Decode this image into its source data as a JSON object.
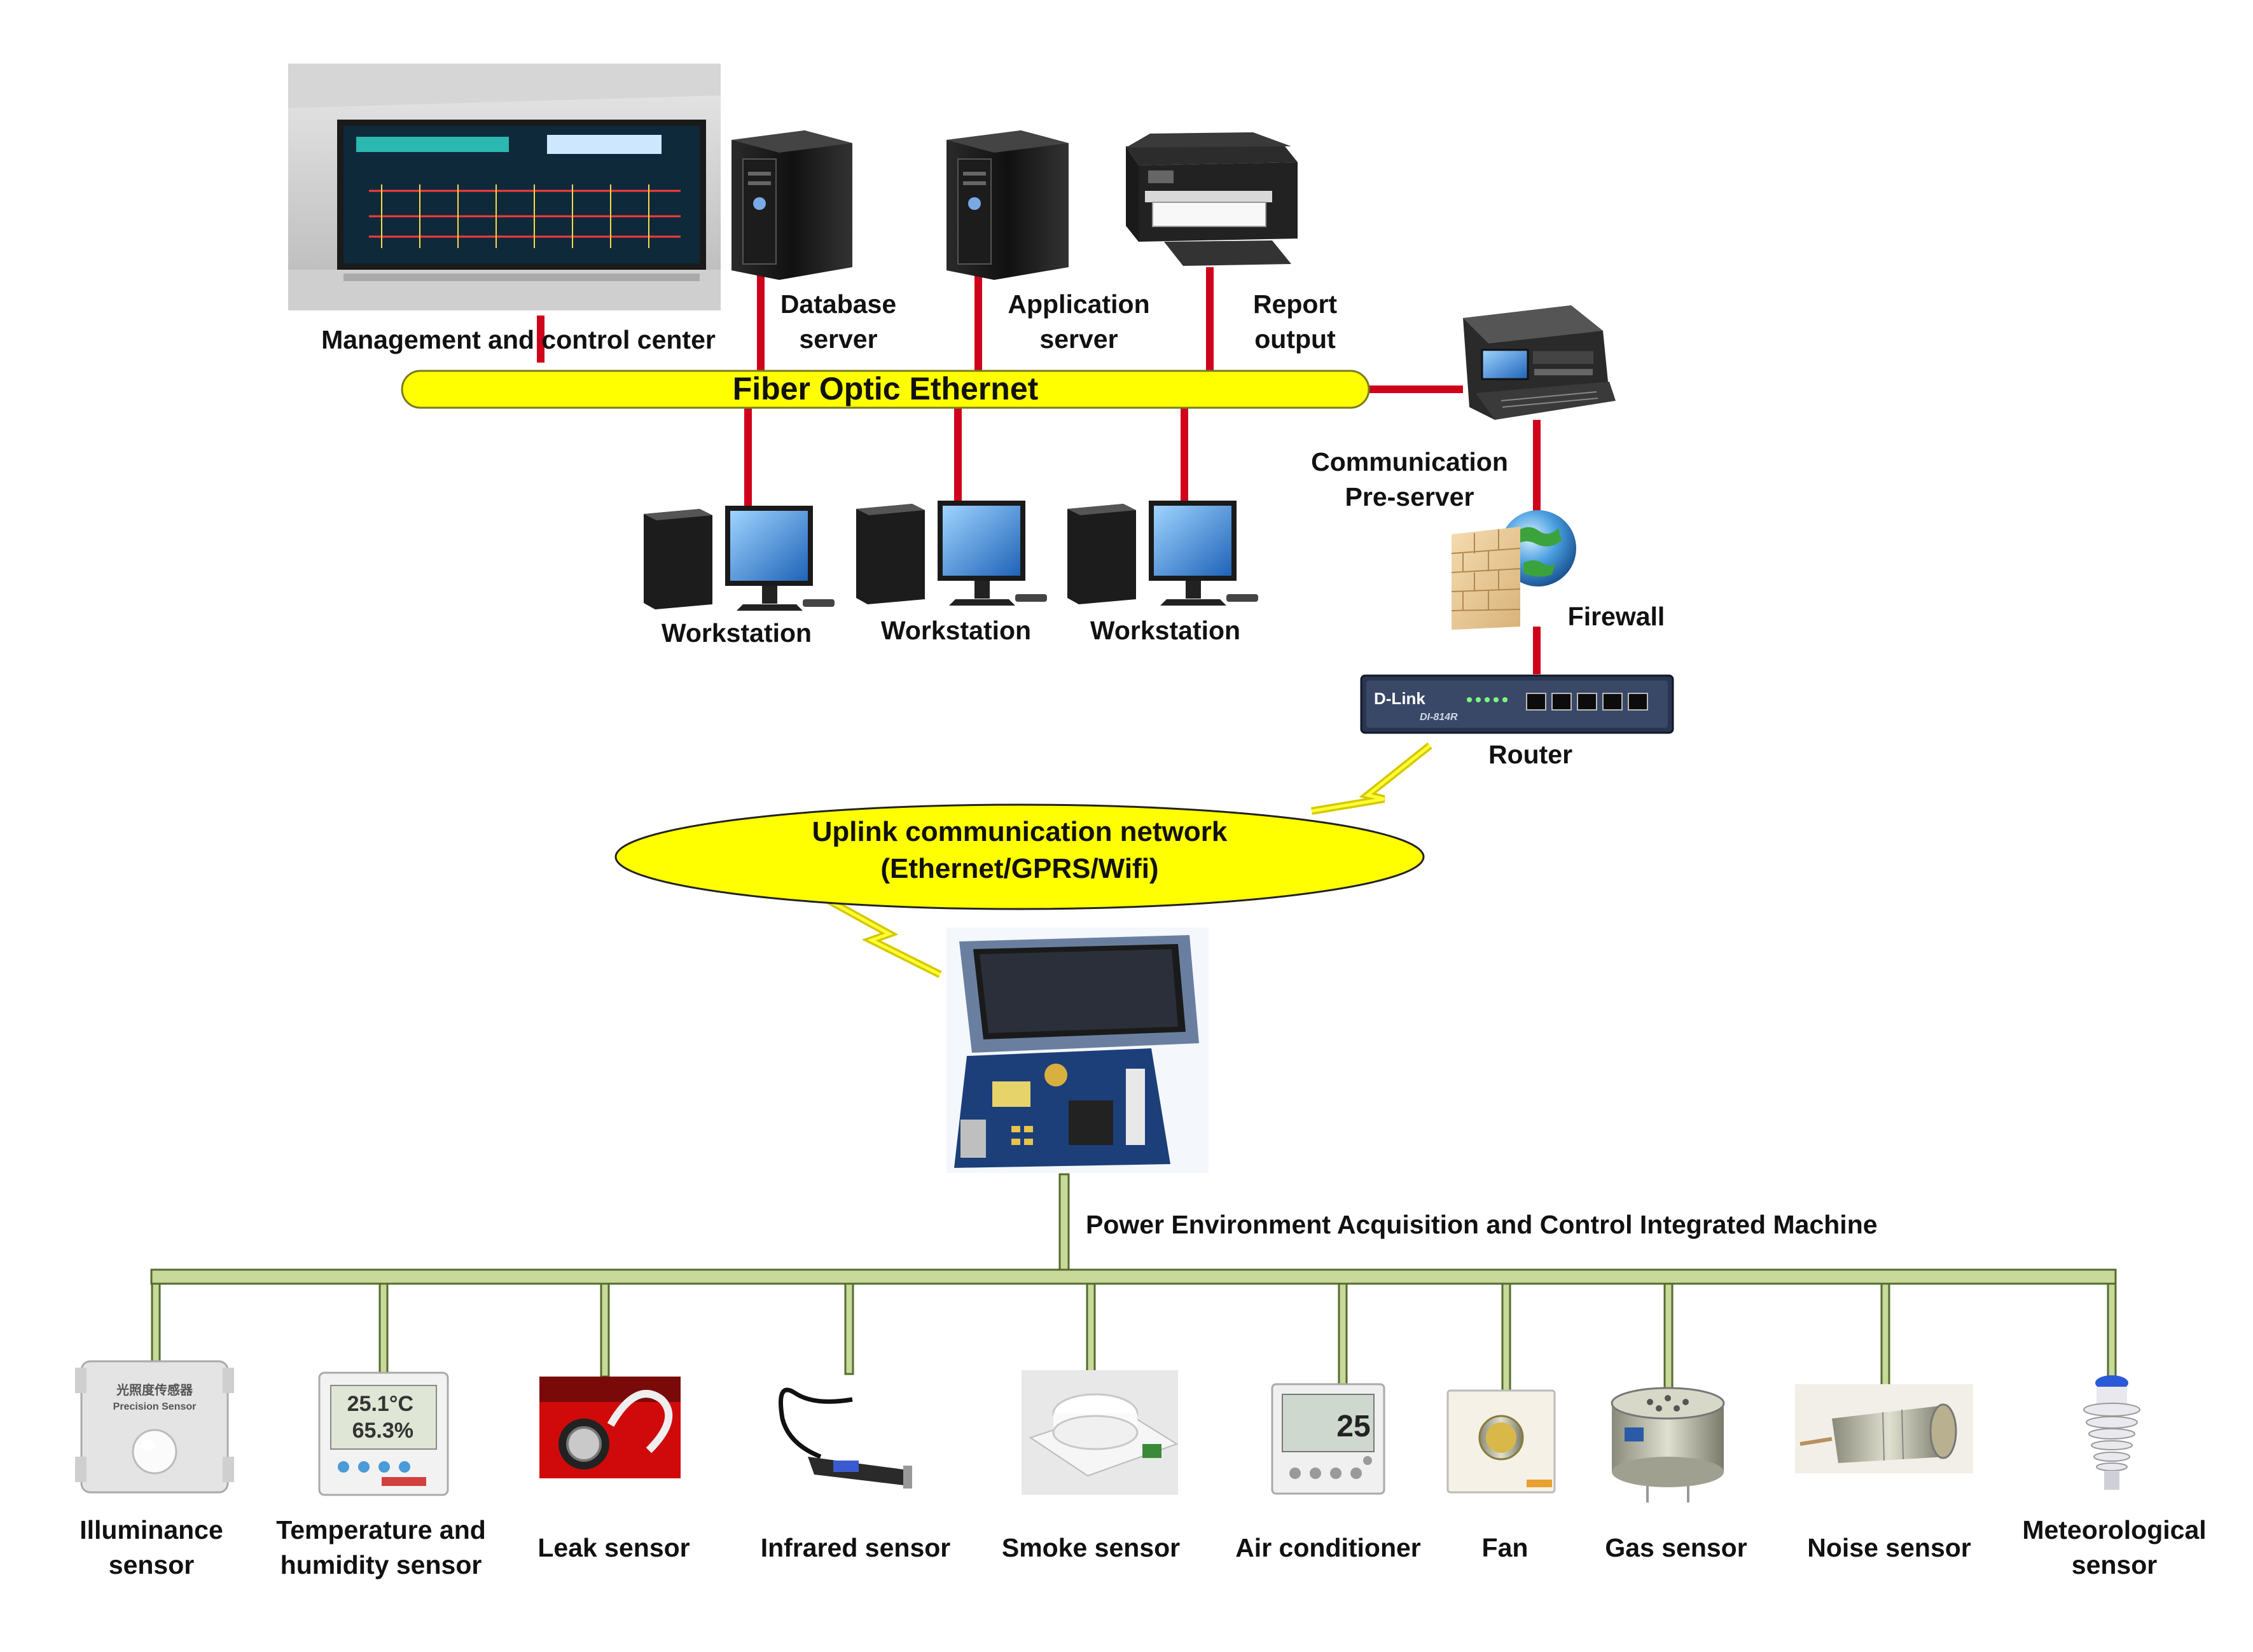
{
  "top": {
    "management_label": "Management and control center",
    "database_label": [
      "Database",
      "server"
    ],
    "application_label": [
      "Application",
      "server"
    ],
    "report_label": [
      "Report",
      "output"
    ],
    "bus_label": "Fiber Optic Ethernet",
    "comm_label": [
      "Communication",
      "Pre-server"
    ],
    "firewall_label": "Firewall",
    "router_label": "Router",
    "router_brand": "D-Link",
    "router_model": "DI-814R",
    "workstations": [
      "Workstation",
      "Workstation",
      "Workstation"
    ]
  },
  "uplink": {
    "line1": "Uplink communication network",
    "line2": "(Ethernet/GPRS/Wifi)"
  },
  "machine": {
    "label": "Power Environment Acquisition and Control Integrated Machine"
  },
  "sensors": [
    {
      "line1": "Illuminance",
      "line2": "sensor"
    },
    {
      "line1": "Temperature and",
      "line2": "humidity sensor"
    },
    {
      "line1": "Leak sensor",
      "line2": ""
    },
    {
      "line1": "Infrared sensor",
      "line2": ""
    },
    {
      "line1": "Smoke sensor",
      "line2": ""
    },
    {
      "line1": "Air conditioner",
      "line2": ""
    },
    {
      "line1": "Fan",
      "line2": ""
    },
    {
      "line1": "Gas sensor",
      "line2": ""
    },
    {
      "line1": "Noise sensor",
      "line2": ""
    },
    {
      "line1": "Meteorological",
      "line2": "sensor"
    }
  ],
  "devices": {
    "illuminance_text": [
      "光照度传感器",
      "Precision Sensor"
    ],
    "thermo_readings": [
      "25.1°C",
      "65.3%"
    ],
    "aircon_readings": [
      "25"
    ]
  },
  "colors": {
    "link_red": "#d0021b",
    "bus_yellow": "#ffff00",
    "bus_outline": "#7a7a20",
    "lower_bus": "#c8d99a",
    "lower_bus_outline": "#556b2f"
  }
}
